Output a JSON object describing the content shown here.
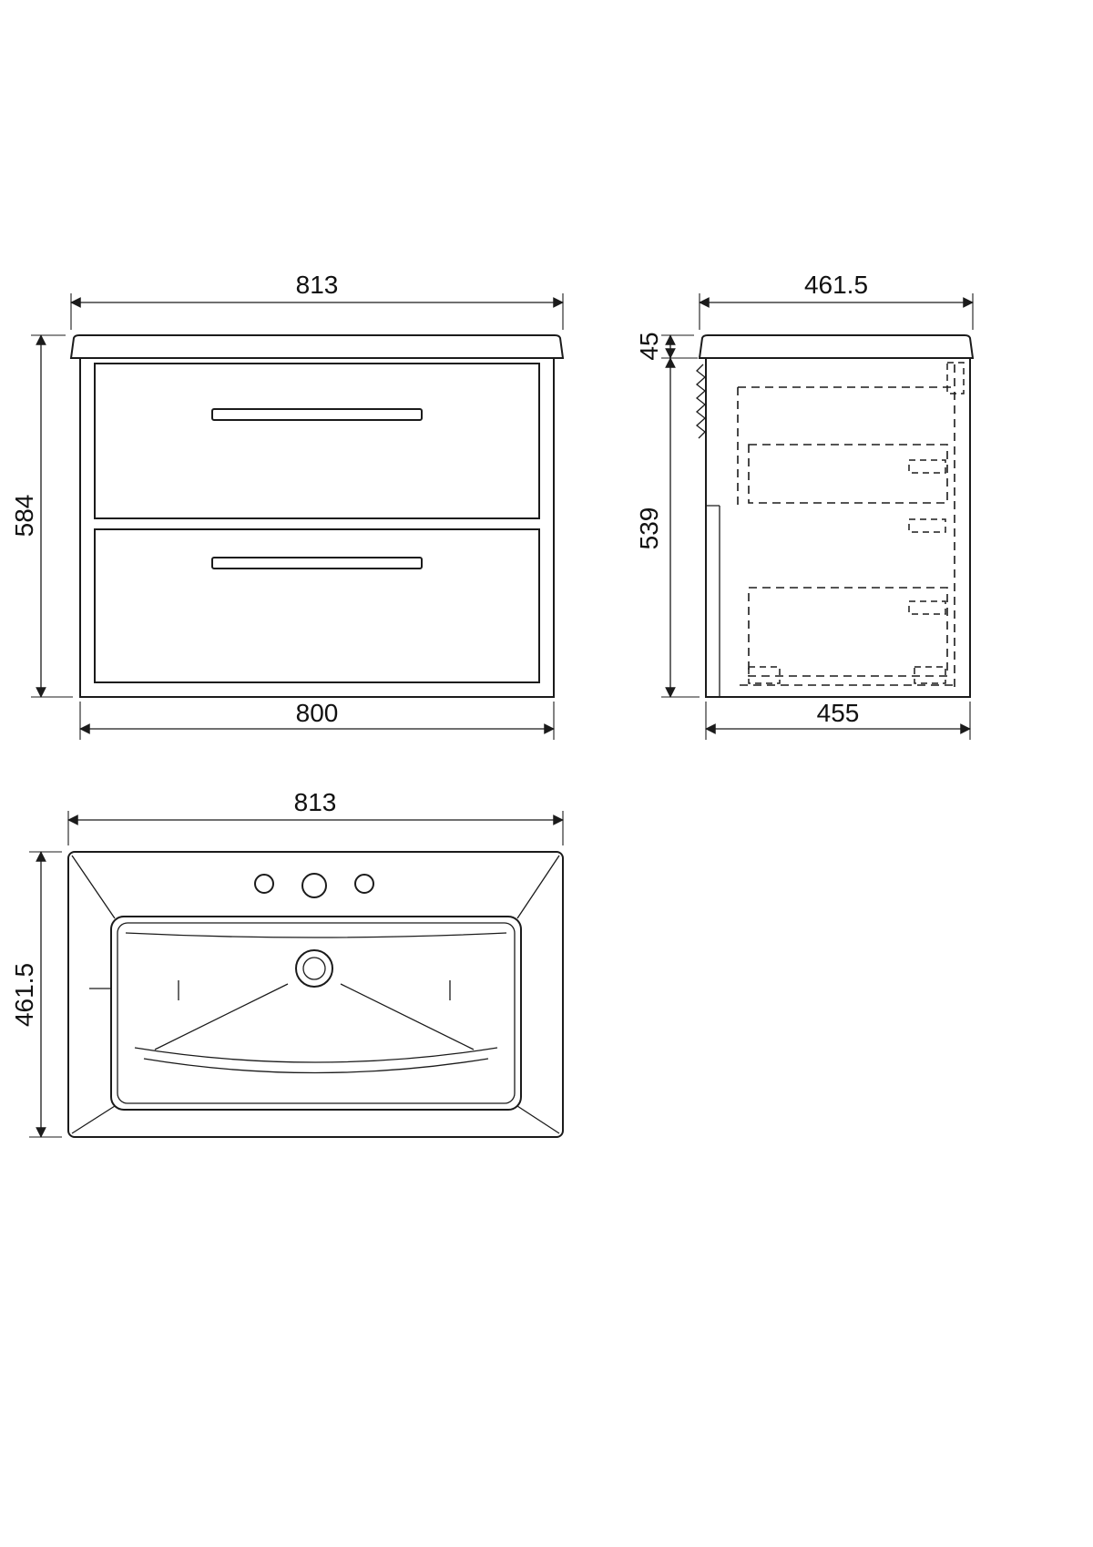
{
  "drawing": {
    "type": "technical-dimension-drawing",
    "subject": "wall-hung vanity unit with basin, three orthographic views"
  },
  "colors": {
    "line": "#1b1b1b",
    "background": "#ffffff",
    "text": "#111111"
  },
  "dimensions": {
    "front": {
      "width_top": "813",
      "height": "584",
      "width_bottom": "800"
    },
    "side": {
      "depth_top": "461.5",
      "counter_height": "45",
      "height": "539",
      "depth_bottom": "455"
    },
    "plan": {
      "width": "813",
      "depth": "461.5"
    }
  }
}
